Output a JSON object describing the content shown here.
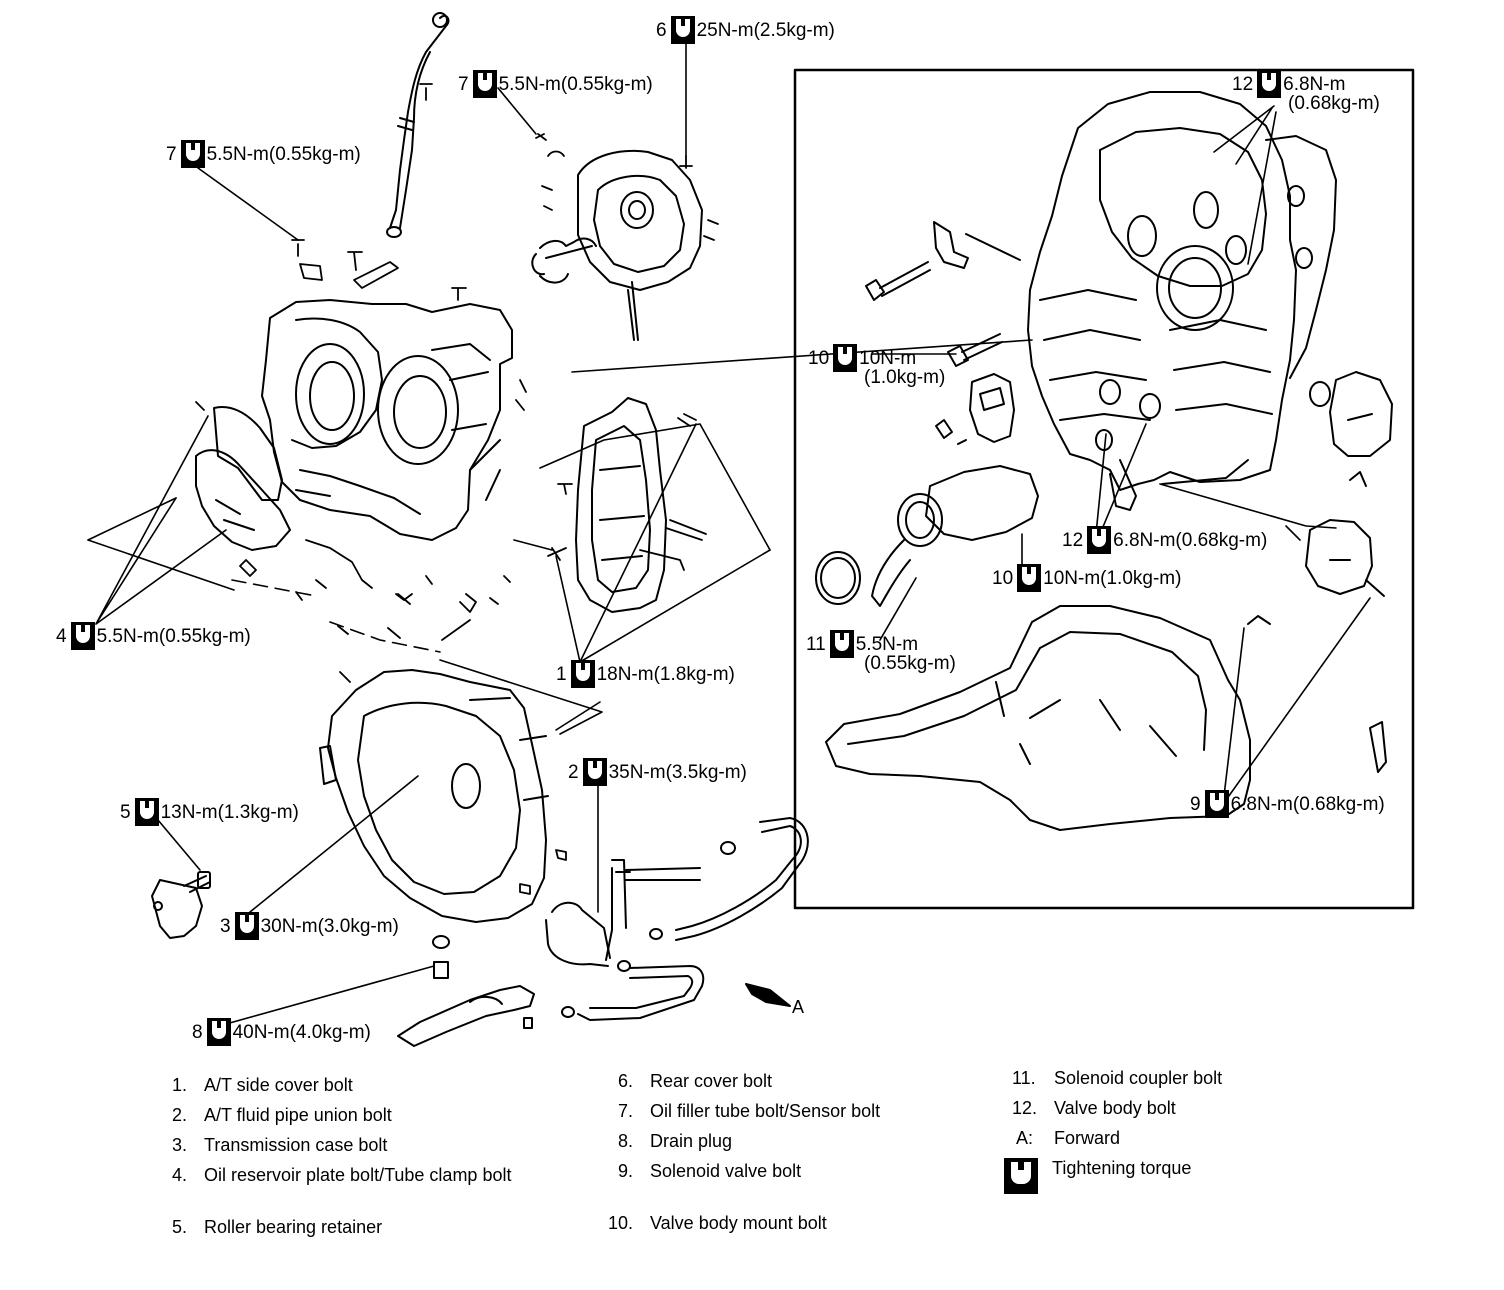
{
  "callouts": {
    "c6": {
      "num": "6",
      "torque": "25N-m(2.5kg-m)"
    },
    "c7a": {
      "num": "7",
      "torque": "5.5N-m(0.55kg-m)"
    },
    "c7b": {
      "num": "7",
      "torque": "5.5N-m(0.55kg-m)"
    },
    "c12a": {
      "num": "12",
      "torque": "6.8N-m",
      "torque2": "(0.68kg-m)"
    },
    "c10a": {
      "num": "10",
      "torque": "10N-m",
      "torque2": "(1.0kg-m)"
    },
    "c12b": {
      "num": "12",
      "torque": "6.8N-m(0.68kg-m)"
    },
    "c10b": {
      "num": "10",
      "torque": "10N-m(1.0kg-m)"
    },
    "c4": {
      "num": "4",
      "torque": "5.5N-m(0.55kg-m)"
    },
    "c11": {
      "num": "11",
      "torque": "5.5N-m",
      "torque2": "(0.55kg-m)"
    },
    "c1": {
      "num": "1",
      "torque": "18N-m(1.8kg-m)"
    },
    "c2": {
      "num": "2",
      "torque": "35N-m(3.5kg-m)"
    },
    "c9": {
      "num": "9",
      "torque": "6.8N-m(0.68kg-m)"
    },
    "c5": {
      "num": "5",
      "torque": "13N-m(1.3kg-m)"
    },
    "c3": {
      "num": "3",
      "torque": "30N-m(3.0kg-m)"
    },
    "c8": {
      "num": "8",
      "torque": "40N-m(4.0kg-m)"
    }
  },
  "forward_label": "A",
  "legend": [
    {
      "num": "1.",
      "text": "A/T side cover bolt"
    },
    {
      "num": "2.",
      "text": "A/T fluid pipe union bolt"
    },
    {
      "num": "3.",
      "text": "Transmission case bolt"
    },
    {
      "num": "4.",
      "text": "Oil reservoir plate bolt/Tube clamp bolt"
    },
    {
      "num": "5.",
      "text": "Roller bearing retainer"
    },
    {
      "num": "6.",
      "text": "Rear cover bolt"
    },
    {
      "num": "7.",
      "text": "Oil filler tube bolt/Sensor bolt"
    },
    {
      "num": "8.",
      "text": "Drain plug"
    },
    {
      "num": "9.",
      "text": "Solenoid valve bolt"
    },
    {
      "num": "10.",
      "text": "Valve body mount bolt"
    },
    {
      "num": "11.",
      "text": "Solenoid coupler bolt"
    },
    {
      "num": "12.",
      "text": "Valve body bolt"
    },
    {
      "num": "A:",
      "text": "Forward"
    }
  ],
  "legend_torque_label": "Tightening torque",
  "icons": [
    "tightening-torque-icon",
    "forward-arrow-icon"
  ]
}
